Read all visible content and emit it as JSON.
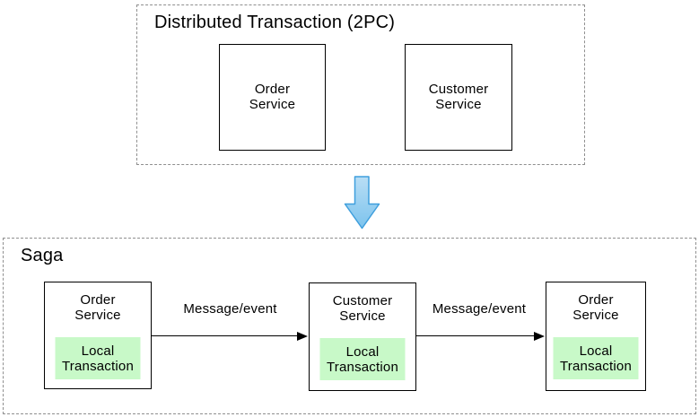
{
  "colors": {
    "text": "#000000",
    "box_border": "#000000",
    "dashed_border": "#8f8f8f",
    "local_transaction_fill": "#c8f9c8",
    "arrow_fill_top": "#b9def5",
    "arrow_fill_bottom": "#7cc3ed",
    "arrow_stroke": "#3f9fdd"
  },
  "twopc": {
    "title": "Distributed Transaction (2PC)",
    "services": [
      {
        "name": "Order\nService"
      },
      {
        "name": "Customer\nService"
      }
    ]
  },
  "transition_arrow": {
    "icon": "down-arrow-icon"
  },
  "saga": {
    "title": "Saga",
    "steps": [
      {
        "service": "Order\nService",
        "local_transaction": "Local\nTransaction"
      },
      {
        "service": "Customer\nService",
        "local_transaction": "Local\nTransaction"
      },
      {
        "service": "Order\nService",
        "local_transaction": "Local\nTransaction"
      }
    ],
    "messages": [
      {
        "label": "Message/event"
      },
      {
        "label": "Message/event"
      }
    ]
  }
}
